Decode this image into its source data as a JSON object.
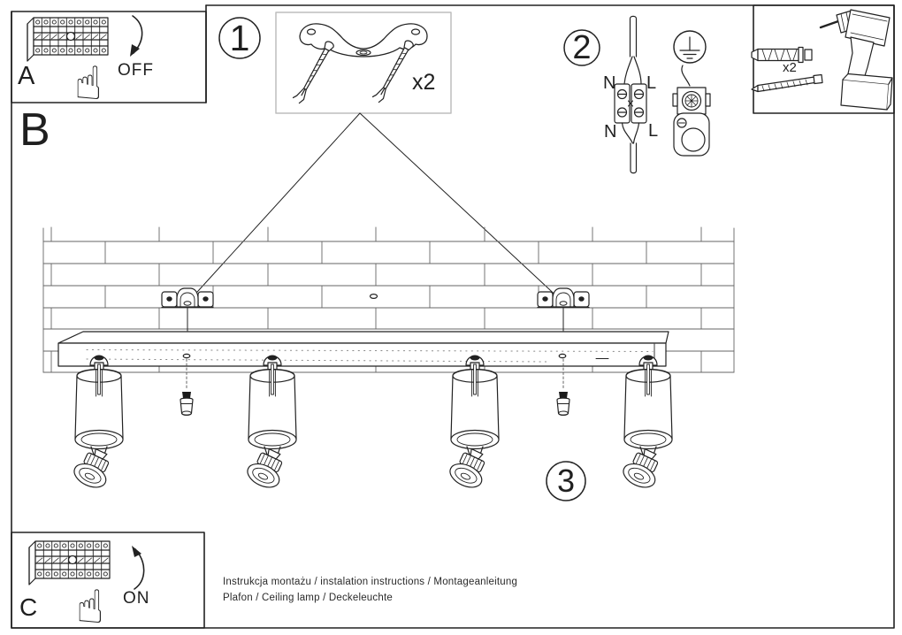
{
  "colors": {
    "line": "#222222",
    "brick": "#666666",
    "light_border": "#bdbdbd",
    "background": "#ffffff"
  },
  "icons": {
    "pointing_hand": "☝"
  },
  "panel_a": {
    "label": "A",
    "switch_state": "OFF"
  },
  "section_b": {
    "label": "B"
  },
  "panel_c": {
    "label": "C",
    "switch_state": "ON"
  },
  "step1": {
    "number": "1",
    "quantity": "x2"
  },
  "step2": {
    "number": "2",
    "terminals": {
      "top_left": "N",
      "top_right": "L",
      "bottom_left": "N",
      "bottom_right": "L"
    }
  },
  "step3": {
    "number": "3"
  },
  "hardware": {
    "quantity": "x2"
  },
  "footer": {
    "line1": "Instrukcja montażu / instalation instructions / Montageanleitung",
    "line2": "Plafon / Ceiling lamp / Deckeleuchte"
  }
}
